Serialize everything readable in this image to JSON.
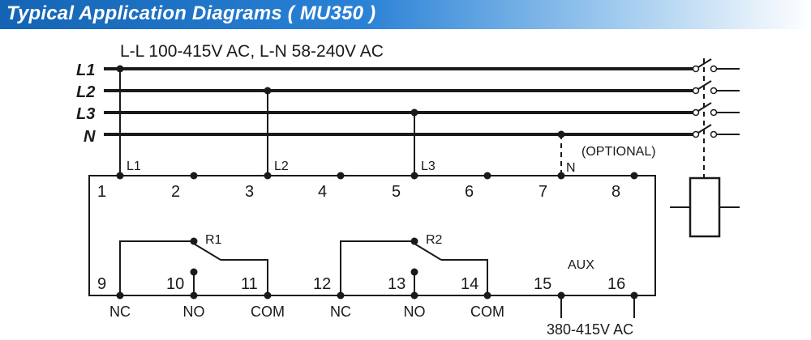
{
  "header": {
    "title": "Typical Application Diagrams ( MU350 )"
  },
  "supply": {
    "spec": "L-L 100-415V AC, L-N 58-240V AC"
  },
  "lines": {
    "l1": "L1",
    "l2": "L2",
    "l3": "L3",
    "n": "N"
  },
  "terminal_labels": {
    "t1": "L1",
    "t3": "L2",
    "t5": "L3",
    "t7": "N",
    "optional": "(OPTIONAL)"
  },
  "terminals": {
    "t1": "1",
    "t2": "2",
    "t3": "3",
    "t4": "4",
    "t5": "5",
    "t6": "6",
    "t7": "7",
    "t8": "8",
    "t9": "9",
    "t10": "10",
    "t11": "11",
    "t12": "12",
    "t13": "13",
    "t14": "14",
    "t15": "15",
    "t16": "16"
  },
  "relays": {
    "r1": "R1",
    "r2": "R2",
    "aux": "AUX"
  },
  "contacts": {
    "nc1": "NC",
    "no1": "NO",
    "com1": "COM",
    "nc2": "NC",
    "no2": "NO",
    "com2": "COM"
  },
  "aux_supply": "380-415V AC"
}
